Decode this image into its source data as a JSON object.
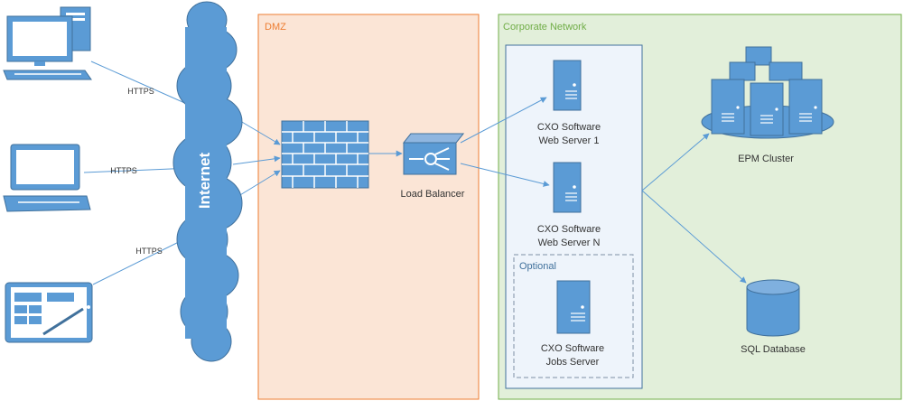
{
  "zones": {
    "dmz": {
      "label": "DMZ",
      "fill": "#fbe5d6",
      "stroke": "#ed7d31",
      "label_color": "#ed7d31"
    },
    "corporate": {
      "label": "Corporate Network",
      "fill": "#e2efda",
      "stroke": "#70ad47",
      "label_color": "#70ad47"
    },
    "optional": {
      "label": "Optional"
    }
  },
  "internet": {
    "label": "Internet"
  },
  "connections": {
    "https_label": "HTTPS"
  },
  "nodes": {
    "load_balancer": {
      "label": "Load Balancer"
    },
    "web_server_1": {
      "line1": "CXO Software",
      "line2": "Web Server 1"
    },
    "web_server_n": {
      "line1": "CXO Software",
      "line2": "Web Server N"
    },
    "jobs_server": {
      "line1": "CXO Software",
      "line2": "Jobs Server"
    },
    "epm_cluster": {
      "label": "EPM Cluster"
    },
    "sql_database": {
      "label": "SQL Database"
    }
  },
  "icons": [
    "desktop-computer-icon",
    "laptop-icon",
    "tablet-icon",
    "internet-cloud-icon",
    "firewall-icon",
    "load-balancer-icon",
    "server-icon",
    "server-cluster-icon",
    "database-icon"
  ],
  "colors": {
    "icon_fill": "#5b9bd5",
    "icon_stroke": "#41719c",
    "line": "#5b9bd5",
    "text": "#333333"
  }
}
